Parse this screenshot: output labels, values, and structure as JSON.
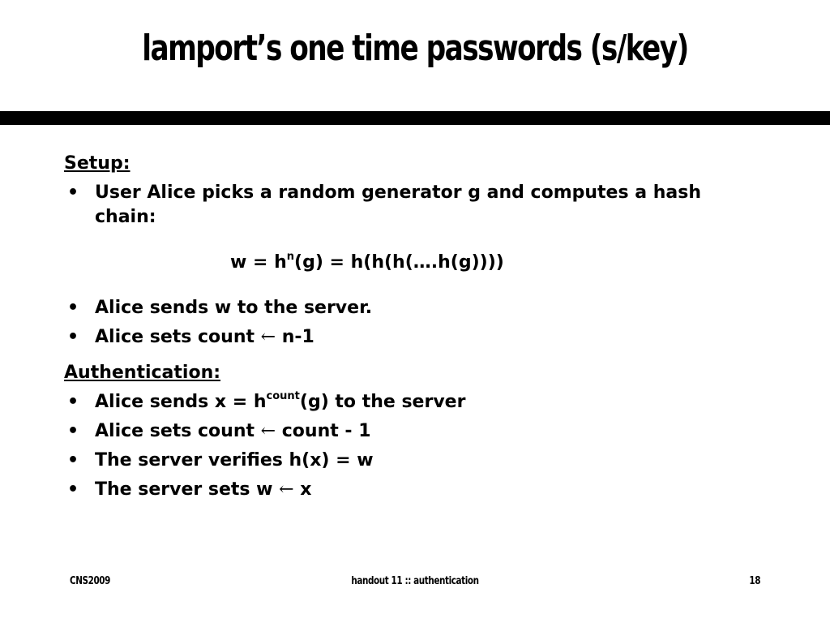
{
  "slide": {
    "title": "lamport’s one time passwords (s/key)"
  },
  "setup": {
    "heading": "Setup:",
    "bullet1_line": "User Alice picks a random generator g and computes a hash chain:",
    "formula_prefix": "w = h",
    "formula_sup": "n",
    "formula_suffix": "(g) = h(h(h(….h(g))))",
    "bullet2": "Alice sends w to the server.",
    "bullet3_prefix": "Alice sets count ",
    "bullet3_arrow": "←",
    "bullet3_suffix": " n-1"
  },
  "authentication": {
    "heading": "Authentication:",
    "bullet1_prefix": "Alice sends x = h",
    "bullet1_sup": "count",
    "bullet1_suffix": "(g) to the server",
    "bullet2_prefix": "Alice sets count ",
    "bullet2_arrow": "←",
    "bullet2_suffix": " count - 1",
    "bullet3": "The server verifies h(x) = w",
    "bullet4_prefix": "The server sets w ",
    "bullet4_arrow": "←",
    "bullet4_suffix": " x"
  },
  "bullet_symbol": "•",
  "footer": {
    "left": "CNS2009",
    "center": "handout 11 :: authentication",
    "right": "18"
  }
}
